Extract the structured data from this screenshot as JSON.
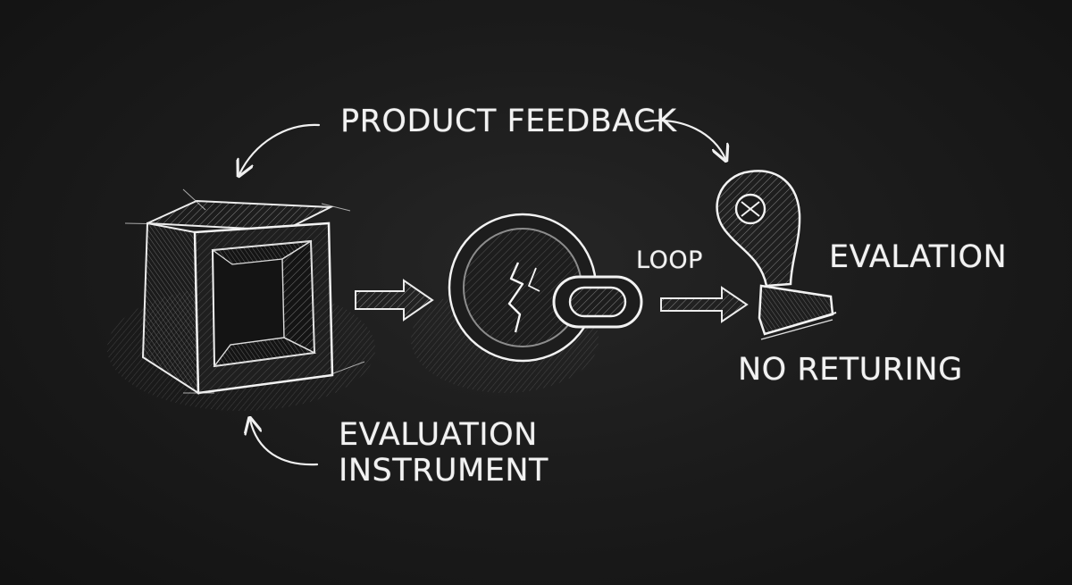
{
  "diagram": {
    "labels": {
      "product_feedback": "PRODUCT FEEDBACK",
      "loop": "LOOP",
      "evalation": "EVALATION",
      "no_returing": "NO RETURING",
      "evaluation_instrument_line1": "EVALUATION",
      "evaluation_instrument_line2": "INSTRUMENT"
    },
    "nodes": [
      {
        "id": "box",
        "depicts": "open-cube-frame"
      },
      {
        "id": "disc",
        "depicts": "cracked-coin-with-link"
      },
      {
        "id": "stamp",
        "depicts": "rubber-stamp"
      }
    ],
    "edges": [
      {
        "from": "box",
        "to": "disc"
      },
      {
        "from": "disc",
        "to": "stamp"
      }
    ],
    "colors": {
      "background": "#1c1c1c",
      "chalk": "#f2f2f2"
    }
  }
}
